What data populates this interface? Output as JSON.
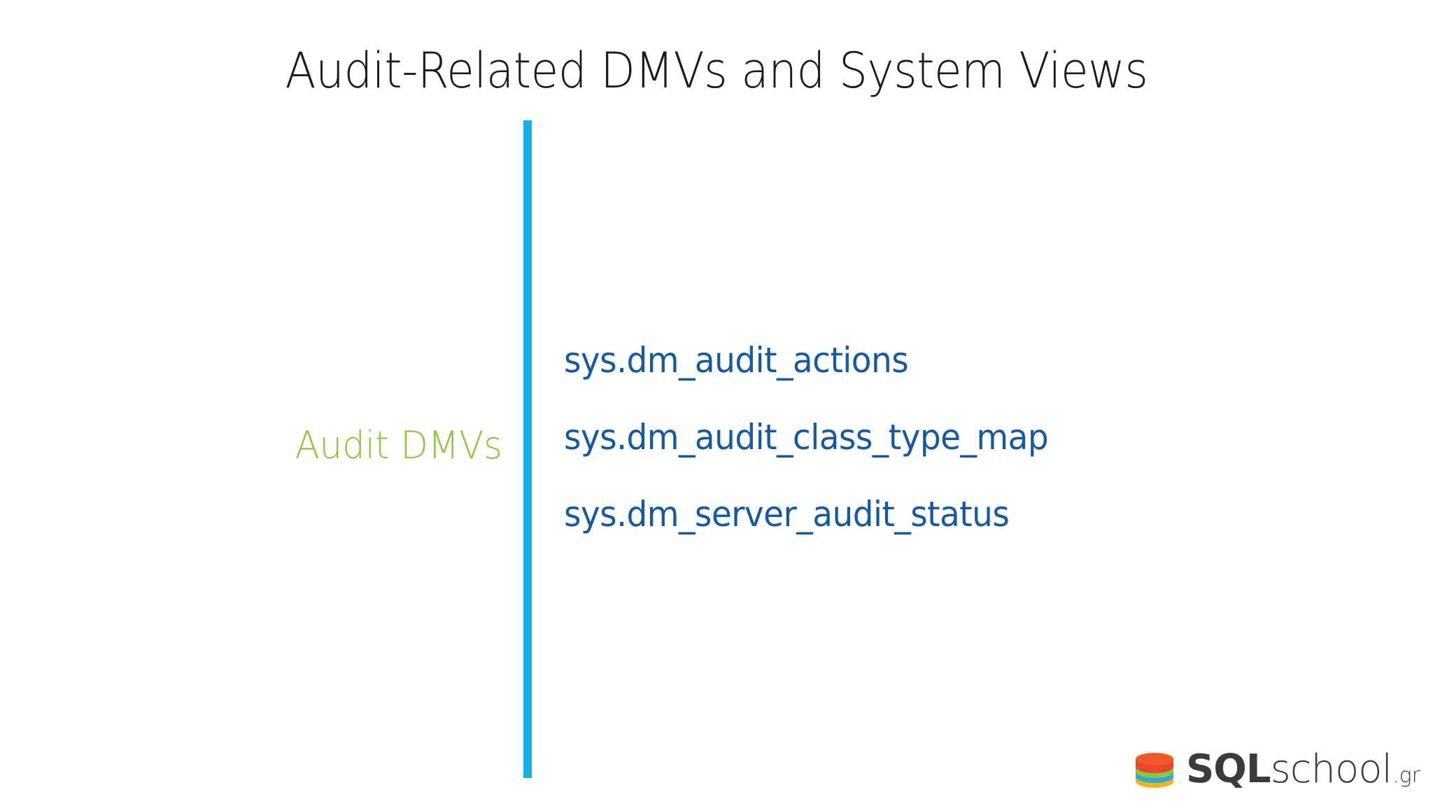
{
  "slide": {
    "title": "Audit-Related DMVs and System Views",
    "background_color": "#ffffff"
  },
  "divider": {
    "name": "vertical-accent-bar",
    "color": "#15aee8"
  },
  "category": {
    "label": "Audit DMVs",
    "color": "#8dc63f"
  },
  "items": {
    "color": "#15599e",
    "list": [
      {
        "label": "sys.dm_audit_actions"
      },
      {
        "label": "sys.dm_audit_class_type_map"
      },
      {
        "label": "sys.dm_server_audit_status"
      }
    ]
  },
  "logo": {
    "mark_name": "database-cylinder-icon",
    "text_primary": "SQL",
    "text_secondary": "school",
    "text_tld": ".gr",
    "disc_colors": [
      "#e8472a",
      "#8dc63f",
      "#29abe2",
      "#f7b317"
    ],
    "text_color": "#3b3b3b"
  }
}
